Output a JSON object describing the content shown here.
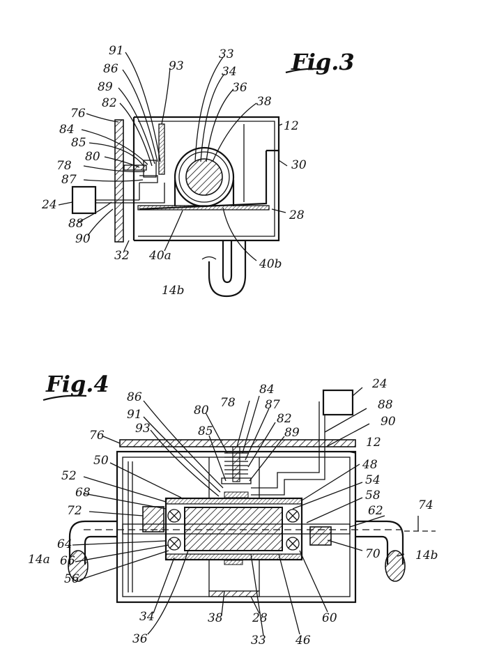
{
  "figures": {
    "fig3": {
      "title": "Fig.3"
    },
    "fig4": {
      "title": "Fig.4"
    }
  },
  "labels": {
    "fig3": [
      "91",
      "86",
      "89",
      "82",
      "76",
      "84",
      "85",
      "80",
      "78",
      "87",
      "24",
      "88",
      "90",
      "32",
      "40a",
      "93",
      "33",
      "34",
      "36",
      "38",
      "12",
      "30",
      "28",
      "40b",
      "14b"
    ],
    "fig4": [
      "86",
      "91",
      "93",
      "80",
      "85",
      "78",
      "84",
      "87",
      "82",
      "89",
      "24",
      "88",
      "90",
      "76",
      "12",
      "50",
      "52",
      "68",
      "72",
      "64",
      "66",
      "56",
      "14a",
      "48",
      "54",
      "58",
      "62",
      "74",
      "70",
      "14b",
      "34",
      "36",
      "38",
      "28",
      "33",
      "46",
      "60"
    ]
  }
}
